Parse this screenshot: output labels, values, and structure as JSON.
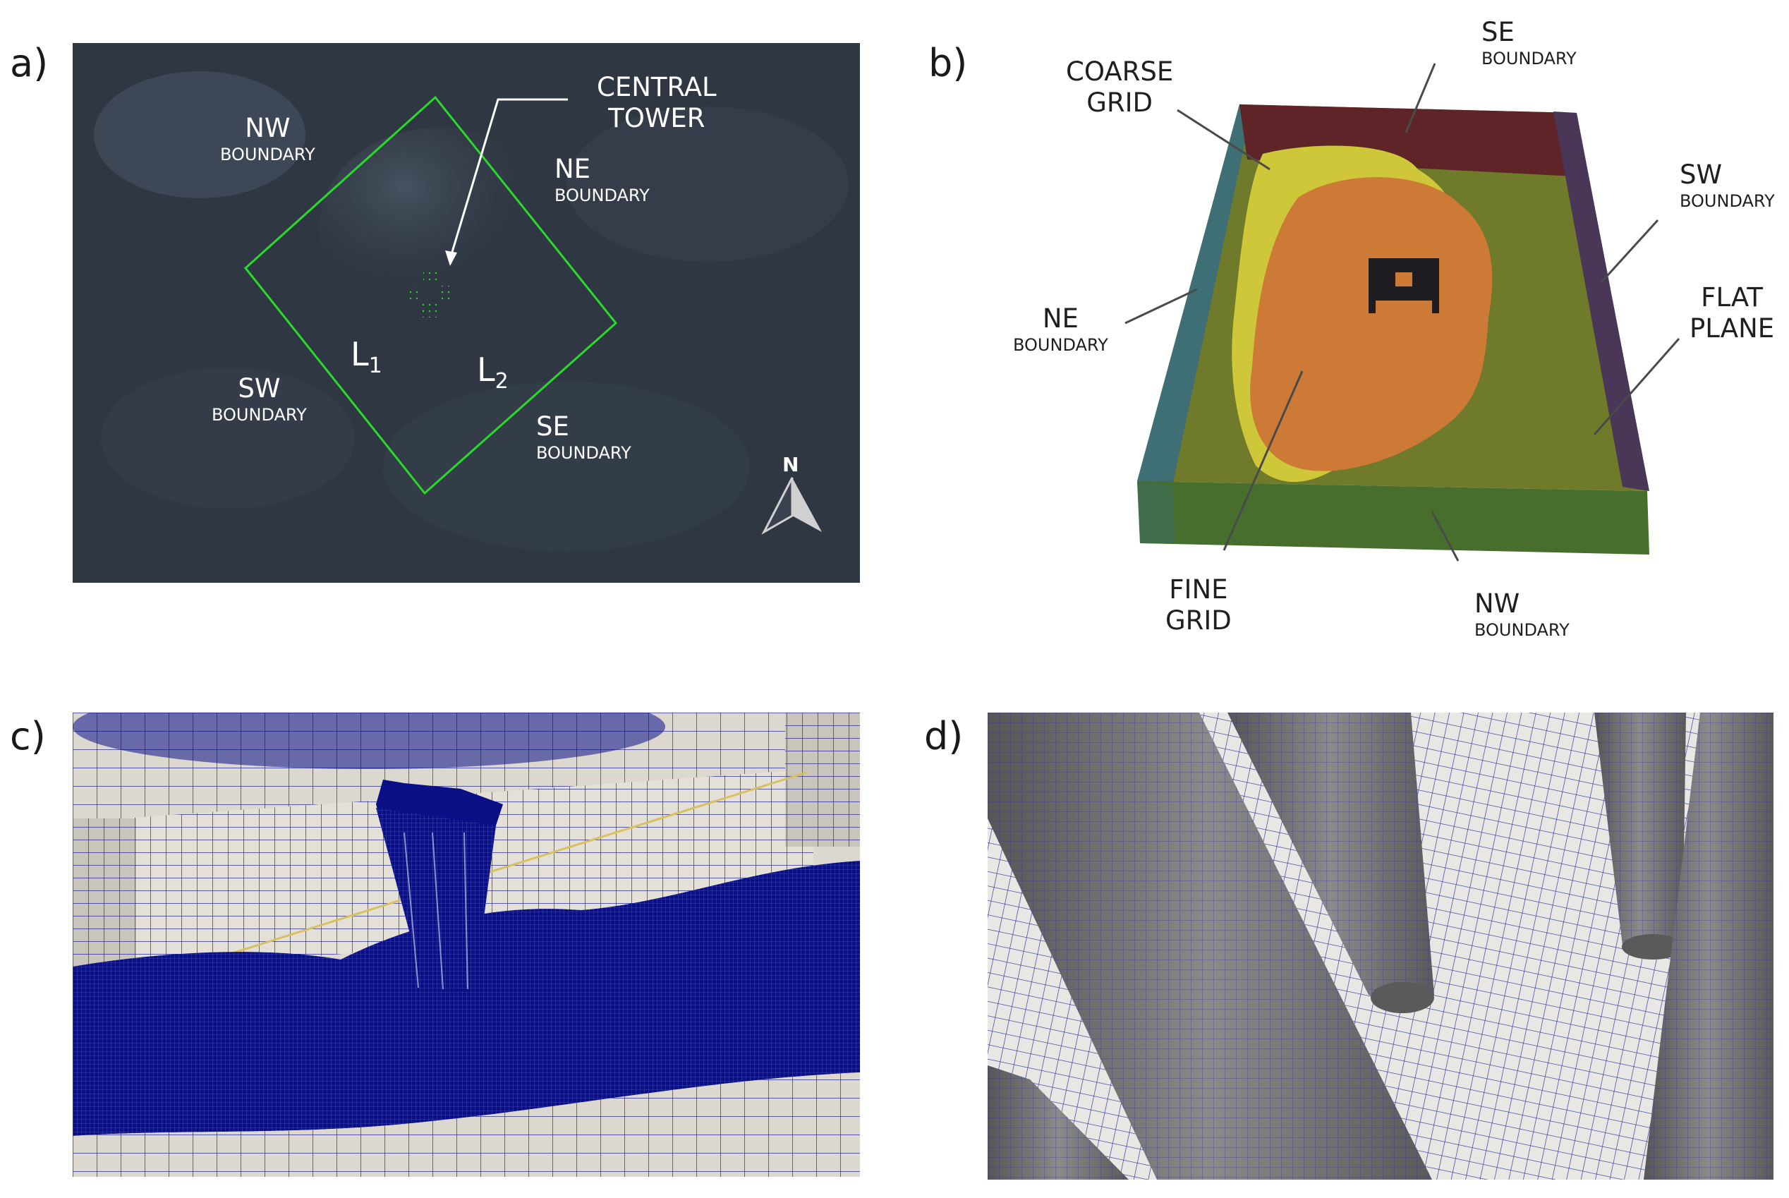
{
  "panels": {
    "a": {
      "letter": "a)",
      "labels": {
        "central_tower": [
          "CENTRAL",
          "TOWER"
        ],
        "nw": {
          "main": "NW",
          "sub": "BOUNDARY"
        },
        "ne": {
          "main": "NE",
          "sub": "BOUNDARY"
        },
        "sw": {
          "main": "SW",
          "sub": "BOUNDARY"
        },
        "se": {
          "main": "SE",
          "sub": "BOUNDARY"
        },
        "l1": {
          "main": "L",
          "sub": "1"
        },
        "l2": {
          "main": "L",
          "sub": "2"
        },
        "north": "N"
      },
      "colors": {
        "sea": "#2f3743",
        "boundary_line": "#2bd92b",
        "annot": "#ffffff"
      }
    },
    "b": {
      "letter": "b)",
      "labels": {
        "coarse_grid": [
          "COARSE",
          "GRID"
        ],
        "se": {
          "main": "SE",
          "sub": "BOUNDARY"
        },
        "sw": {
          "main": "SW",
          "sub": "BOUNDARY"
        },
        "ne": {
          "main": "NE",
          "sub": "BOUNDARY"
        },
        "flat_plane": [
          "FLAT",
          "PLANE"
        ],
        "fine_grid": [
          "FINE",
          "GRID"
        ],
        "nw": {
          "main": "NW",
          "sub": "BOUNDARY"
        }
      },
      "colors": {
        "se_wall": "#5e2427",
        "ne_wall": "#3d6f74",
        "sw_wall": "#4a3656",
        "nw_wall": "#476e2d",
        "floor": "#6f7a2a",
        "coarse": "#cfc73a",
        "fine": "#cc7a35",
        "tower": "#1d1d22"
      }
    },
    "c": {
      "letter": "c)",
      "colors": {
        "mesh_dark": "#0a0f86",
        "mesh_light": "#dcd8d0",
        "line": "#1c248f"
      }
    },
    "d": {
      "letter": "d)",
      "colors": {
        "cylinder": "#6f6f6f",
        "mesh_bg": "#e9e7e3",
        "line": "#2a2f9a"
      }
    }
  }
}
